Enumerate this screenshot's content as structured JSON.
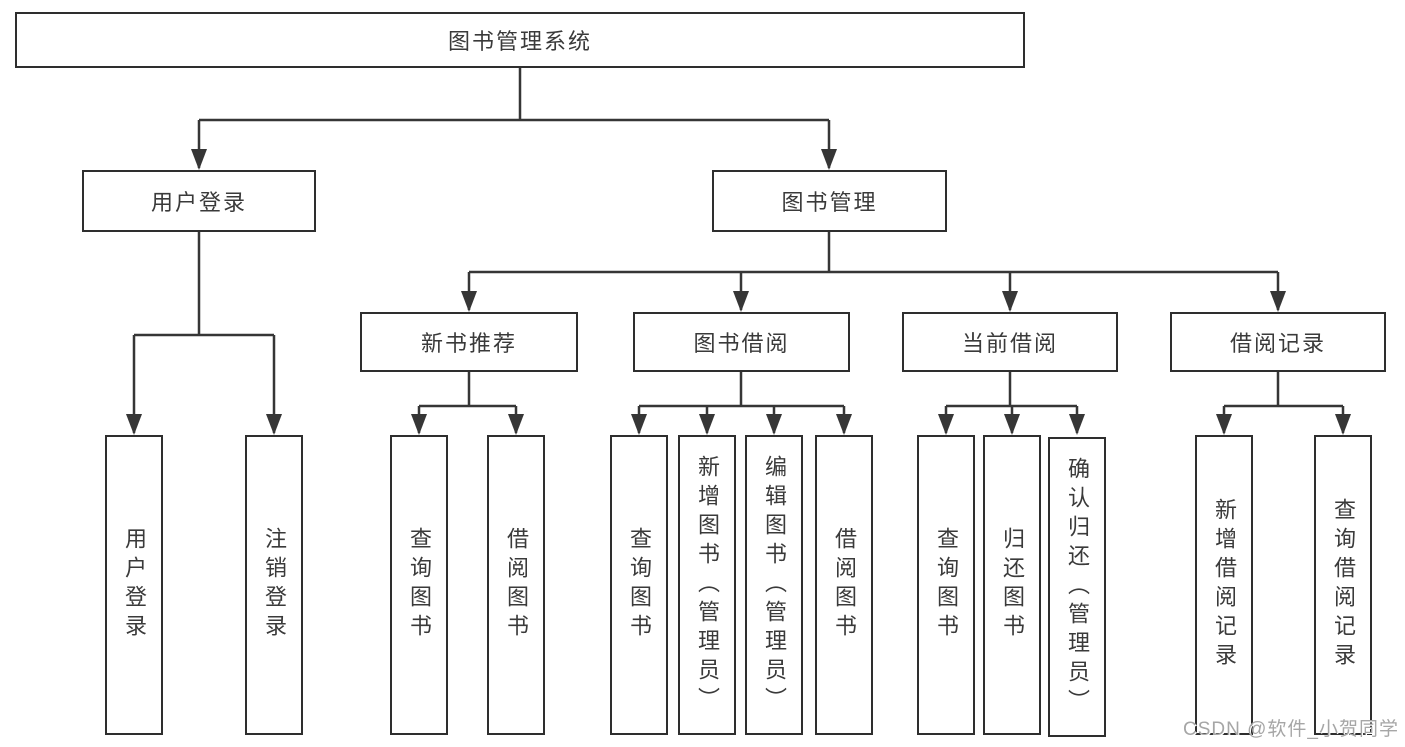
{
  "diagram": {
    "title": "图书管理系统",
    "type": "function-structure-tree",
    "tree": {
      "root": {
        "label": "图书管理系统"
      },
      "branches": [
        {
          "label": "用户登录",
          "children": [
            {
              "label": "用户登录"
            },
            {
              "label": "注销登录"
            }
          ]
        },
        {
          "label": "图书管理",
          "children": [
            {
              "label": "新书推荐",
              "children": [
                {
                  "label": "查询图书"
                },
                {
                  "label": "借阅图书"
                }
              ]
            },
            {
              "label": "图书借阅",
              "children": [
                {
                  "label": "查询图书"
                },
                {
                  "label": "新增图书（管理员）"
                },
                {
                  "label": "编辑图书（管理员）"
                },
                {
                  "label": "借阅图书"
                }
              ]
            },
            {
              "label": "当前借阅",
              "children": [
                {
                  "label": "查询图书"
                },
                {
                  "label": "归还图书"
                },
                {
                  "label": "确认归还（管理员）"
                }
              ]
            },
            {
              "label": "借阅记录",
              "children": [
                {
                  "label": "新增借阅记录"
                },
                {
                  "label": "查询借阅记录"
                }
              ]
            }
          ]
        }
      ]
    },
    "colors": {
      "line": "#363636",
      "box_border": "#2e2e2e",
      "box_fill": "#ffffff",
      "text": "#3a3a3a",
      "background": "#ffffff",
      "watermark": "#a6a6a6"
    }
  },
  "watermark": {
    "text": "CSDN @软件_小贺同学"
  }
}
